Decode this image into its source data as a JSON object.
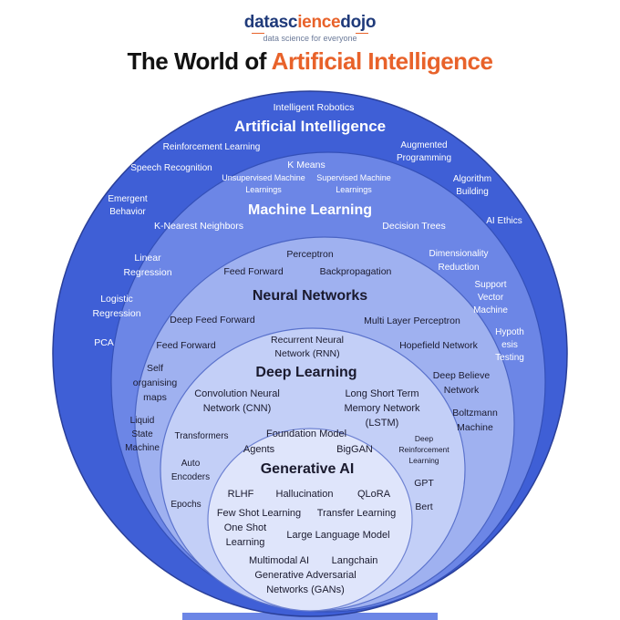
{
  "brand": {
    "logo_part1": "datasc",
    "logo_part2": "ience",
    "logo_part3": "dojo",
    "tagline": "data science for everyone"
  },
  "title": {
    "part1": "The World of ",
    "part2": "Artificial Intelligence"
  },
  "colors": {
    "layer_ai": "#3f5fd6",
    "layer_ml": "#6c86e6",
    "layer_nn": "#9fb1f0",
    "layer_dl": "#c3cff7",
    "layer_genai": "#dfe5fb",
    "accent": "#e8622a",
    "brand_blue": "#1f3a7a"
  },
  "layers": {
    "ai": {
      "heading": "Artificial Intelligence",
      "items": [
        "Intelligent Robotics",
        "Reinforcement Learning",
        "Augmented Programming",
        "Speech Recognition",
        "Algorithm Building",
        "Emergent Behavior",
        "AI Ethics"
      ]
    },
    "ml": {
      "heading": "Machine Learning",
      "items": [
        "K Means",
        "Unsupervised Machine Learnings",
        "Supervised Machine Learnings",
        "K-Nearest Neighbors",
        "Decision Trees",
        "Linear Regression",
        "Dimensionality Reduction",
        "Logistic Regression",
        "Support Vector Machine",
        "PCA",
        "Hypothesis Testing"
      ]
    },
    "nn": {
      "heading": "Neural Networks",
      "items": [
        "Perceptron",
        "Feed Forward",
        "Backpropagation",
        "Deep Feed Forward",
        "Multi Layer Perceptron",
        "Feed Forward",
        "Recurrent Neural Network (RNN)",
        "Hopefield Network",
        "Self organising maps",
        "Deep Believe Network",
        "Liquid State Machine",
        "Boltzmann Machine"
      ]
    },
    "dl": {
      "heading": "Deep Learning",
      "items": [
        "Convolution Neural Network (CNN)",
        "Long Short Term Memory Network (LSTM)",
        "Transformers",
        "Foundation Model",
        "Agents",
        "BigGAN",
        "Deep Reinforcement Learning",
        "Auto Encoders",
        "GPT",
        "Epochs",
        "Bert"
      ]
    },
    "genai": {
      "heading": "Generative AI",
      "items": [
        "RLHF",
        "Hallucination",
        "QLoRA",
        "Few Shot Learning",
        "Transfer Learning",
        "One Shot Learning",
        "Large Language Model",
        "Multimodal AI",
        "Langchain",
        "Generative Adversarial Networks (GANs)"
      ]
    }
  }
}
